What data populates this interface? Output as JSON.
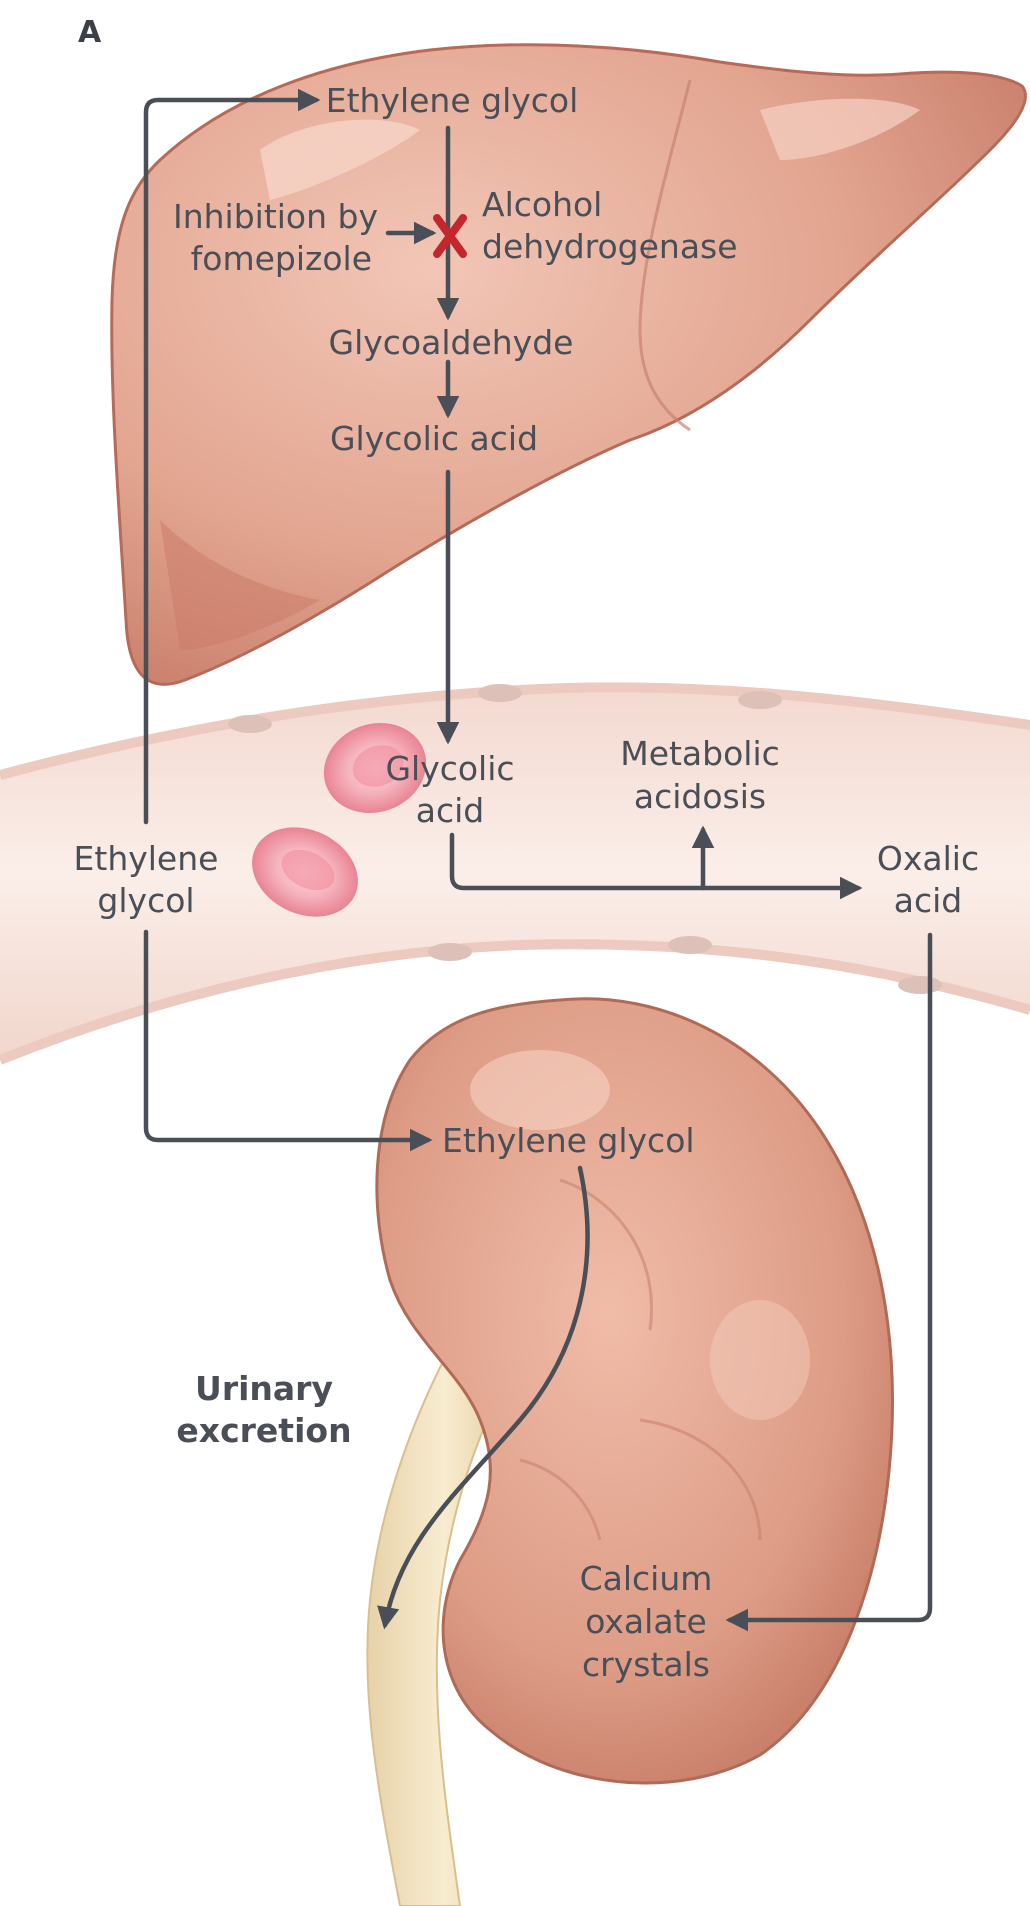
{
  "panel_label": "A",
  "liver": {
    "ethylene_glycol": "Ethylene glycol",
    "inhibition_line1": "Inhibition by",
    "inhibition_line2": "fomepizole",
    "enzyme_line1": "Alcohol",
    "enzyme_line2": "dehydrogenase",
    "glycoaldehyde": "Glycoaldehyde",
    "glycolic_acid": "Glycolic acid"
  },
  "blood": {
    "glycolic_line1": "Glycolic",
    "glycolic_line2": "acid",
    "metabolic_line1": "Metabolic",
    "metabolic_line2": "acidosis",
    "oxalic_line1": "Oxalic",
    "oxalic_line2": "acid",
    "ethylene_line1": "Ethylene",
    "ethylene_line2": "glycol"
  },
  "kidney": {
    "ethylene_glycol": "Ethylene glycol",
    "urinary_line1": "Urinary",
    "urinary_line2": "excretion",
    "calcium_line1": "Calcium",
    "calcium_line2": "oxalate",
    "calcium_line3": "crystals"
  },
  "colors": {
    "organ": "#e0a08c",
    "vessel": "#f7e4de",
    "arrow": "#4a4f57",
    "inhibition_mark": "#c4262e",
    "red_cell": "#ef9aa6"
  }
}
